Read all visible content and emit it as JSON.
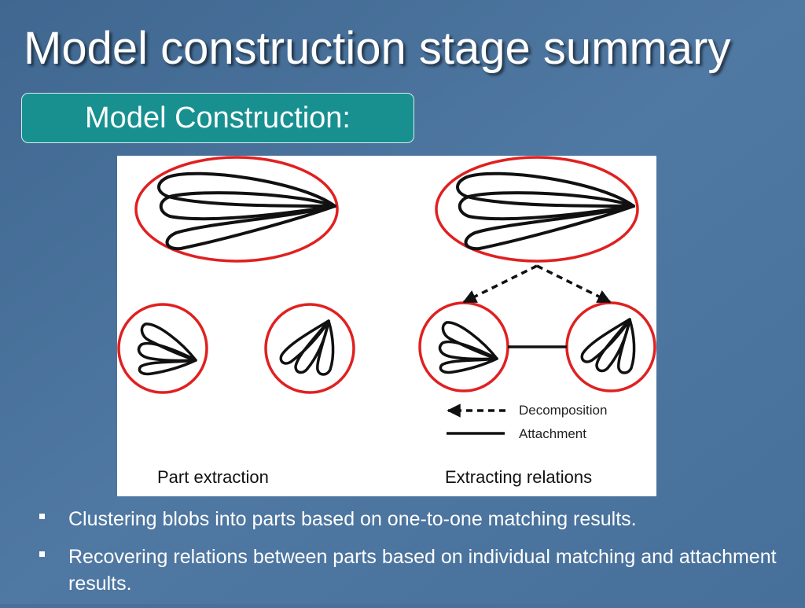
{
  "slide": {
    "title": "Model construction stage summary",
    "section_label": "Model Construction:"
  },
  "figure": {
    "caption_left": "Part extraction",
    "caption_right": "Extracting relations",
    "legend": {
      "decomposition": "Decomposition",
      "attachment": "Attachment"
    }
  },
  "bullets": [
    "Clustering blobs into parts based on one-to-one matching results.",
    "Recovering relations between parts based on individual matching and attachment results."
  ],
  "colors": {
    "background": "#4a6f98",
    "section_box": "#189090",
    "ellipse_outline": "#e02020",
    "petal_stroke": "#111111"
  }
}
